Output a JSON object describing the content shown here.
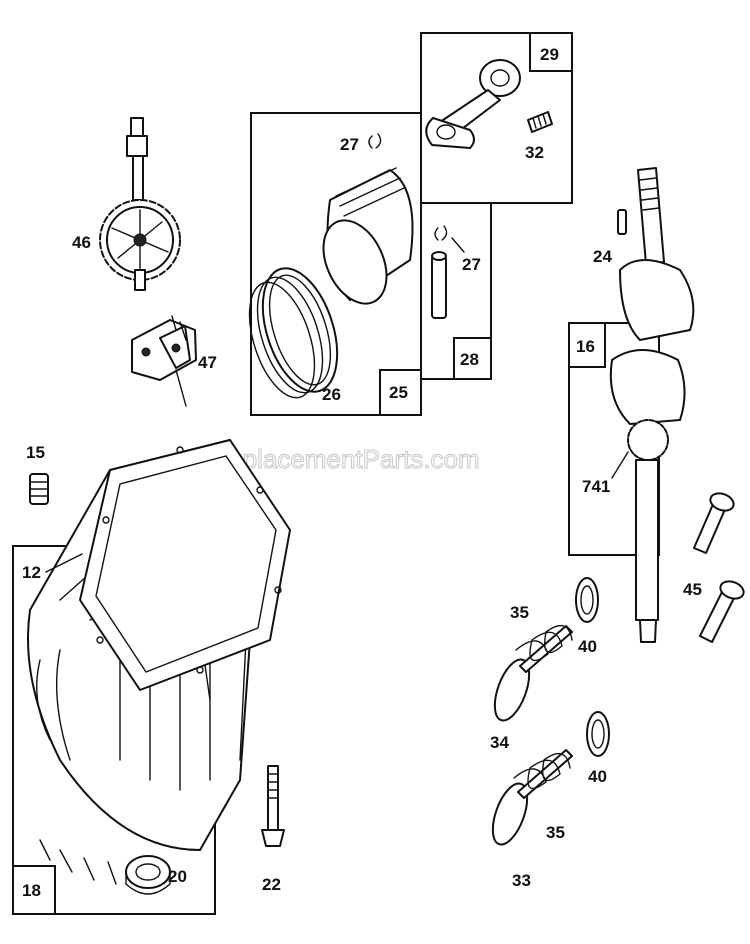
{
  "watermark": "eReplacementParts.com",
  "labels": {
    "l12": "12",
    "l15": "15",
    "l16": "16",
    "l18": "18",
    "l20": "20",
    "l22": "22",
    "l24": "24",
    "l25": "25",
    "l26": "26",
    "l27a": "27",
    "l27b": "27",
    "l28": "28",
    "l29": "29",
    "l32": "32",
    "l33": "33",
    "l34": "34",
    "l35a": "35",
    "l35b": "35",
    "l40a": "40",
    "l40b": "40",
    "l45": "45",
    "l46": "46",
    "l47": "47",
    "l741": "741"
  }
}
